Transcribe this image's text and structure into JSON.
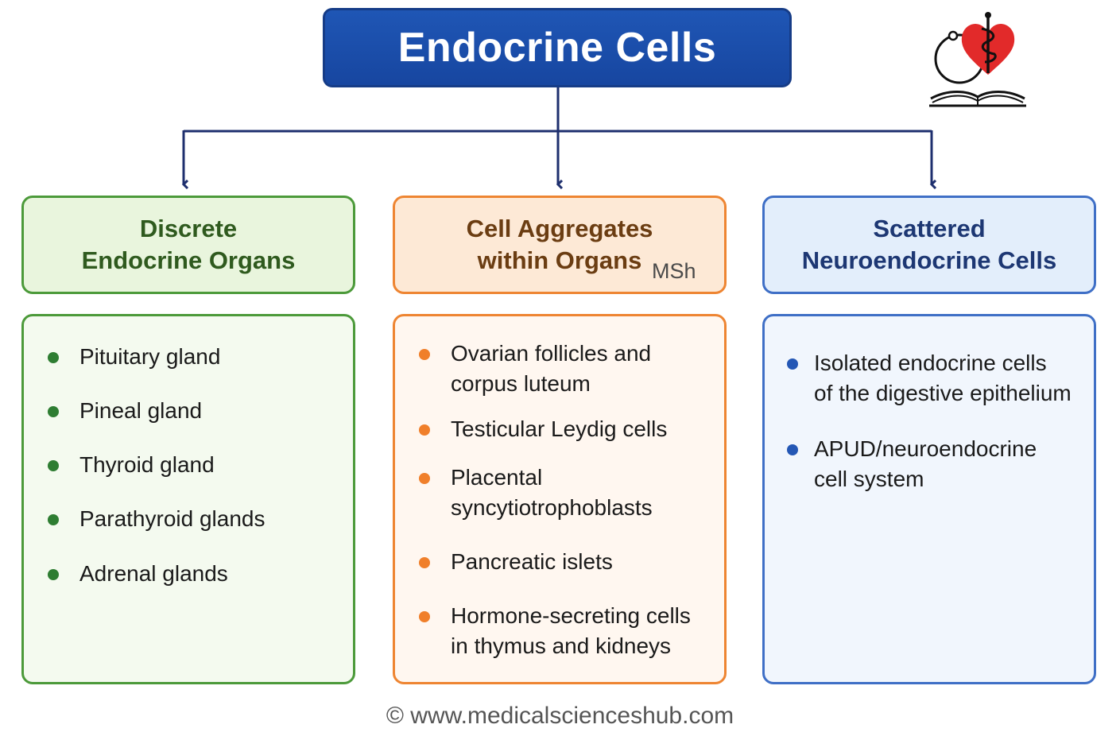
{
  "title": "Endocrine Cells",
  "columns": [
    {
      "heading": "Discrete\nEndocrine Organs",
      "items": [
        "Pituitary gland",
        "Pineal gland",
        "Thyroid gland",
        "Parathyroid glands",
        "Adrenal glands"
      ]
    },
    {
      "heading": "Cell Aggregates\nwithin Organs",
      "items": [
        "Ovarian follicles and\ncorpus luteum",
        "Testicular Leydig cells",
        "Placental\nsyncytiotrophoblasts",
        "Pancreatic islets",
        "Hormone-secreting cells\nin thymus and kidneys"
      ]
    },
    {
      "heading": "Scattered\nNeuroendocrine Cells",
      "items": [
        "Isolated endocrine cells\nof the digestive epithelium",
        "APUD/neuroendocrine\ncell system"
      ]
    }
  ],
  "watermark": "MSh",
  "footer": "© www.medicalscienceshub.com",
  "colors": {
    "title_bg": "#1f56b5",
    "green": "#4c9a3a",
    "orange": "#ee8532",
    "blue": "#3f6fc6",
    "connector": "#1e2f6e"
  },
  "icons": {
    "logo": "heart-caduceus-book-logo-icon"
  }
}
